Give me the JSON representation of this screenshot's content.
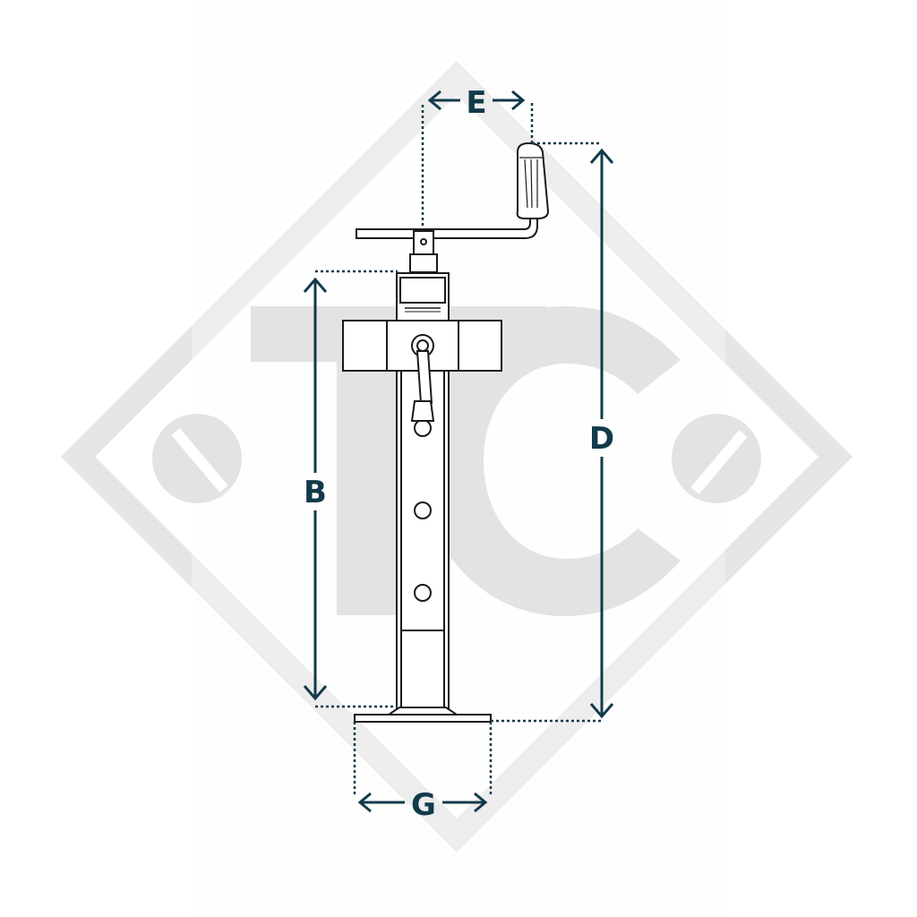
{
  "dimensions": {
    "E": "E",
    "D": "D",
    "B": "B",
    "G": "G"
  },
  "watermark": {
    "letters": "TC"
  },
  "colors": {
    "dimension": "#123a4a",
    "watermark": "#e3e3e3",
    "outline": "#1a1a1a",
    "background": "#ffffff"
  }
}
